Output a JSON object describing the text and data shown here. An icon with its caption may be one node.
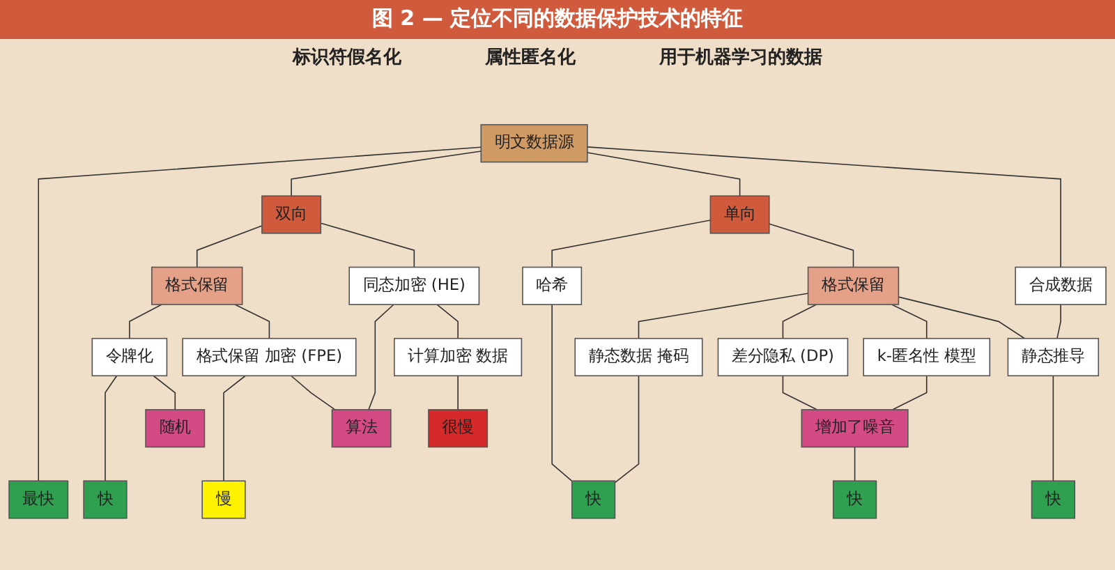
{
  "diagram": {
    "title": "图 2 — 定位不同的数据保护技术的特征",
    "nodes": [
      {
        "text": [
          "明文数据源"
        ]
      },
      {
        "text": [
          "合成数据"
        ]
      },
      {
        "text": [
          "双向"
        ]
      },
      {
        "text": [
          "单向"
        ]
      },
      {
        "text": [
          "格式保留"
        ]
      },
      {
        "text": [
          "格式保留"
        ]
      },
      {
        "text": [
          "哈希"
        ]
      },
      {
        "text": [
          "静态推导"
        ]
      },
      {
        "text": [
          "同态加密 (HE)"
        ]
      },
      {
        "text": [
          "格式保留 加密 (FPE)"
        ]
      },
      {
        "text": [
          "令牌化"
        ]
      },
      {
        "text": [
          "静态数据 掩码"
        ]
      },
      {
        "text": [
          "差分隐私 (DP)"
        ]
      },
      {
        "text": [
          "k-匿名性 模型"
        ]
      },
      {
        "text": [
          "计算加密 数据"
        ]
      },
      {
        "text": [
          "随机"
        ]
      },
      {
        "text": [
          "算法"
        ]
      },
      {
        "text": [
          "增加了噪音"
        ]
      },
      {
        "text": [
          "最快"
        ]
      },
      {
        "text": [
          "快"
        ]
      },
      {
        "text": [
          "慢"
        ]
      },
      {
        "text": [
          "很慢"
        ]
      },
      {
        "text": [
          "快"
        ]
      },
      {
        "text": [
          "快"
        ]
      },
      {
        "text": [
          "快"
        ]
      }
    ],
    "edges": [
      {
        "from": 0,
        "to": 18,
        "arrow": "none"
      },
      {
        "from": 0,
        "to": 2,
        "arrow": "none"
      },
      {
        "from": 0,
        "to": 3,
        "arrow": "none"
      },
      {
        "from": 0,
        "to": 1,
        "arrow": "none"
      },
      {
        "from": 2,
        "to": 4,
        "arrow": "none"
      },
      {
        "from": 2,
        "to": 8,
        "arrow": "none"
      },
      {
        "from": 3,
        "to": 6,
        "arrow": "none"
      },
      {
        "from": 3,
        "to": 5,
        "arrow": "none"
      },
      {
        "from": 5,
        "to": 11,
        "arrow": "none"
      },
      {
        "from": 5,
        "to": 12,
        "arrow": "none"
      },
      {
        "from": 5,
        "to": 13,
        "arrow": "none"
      },
      {
        "from": 5,
        "to": 7,
        "arrow": "none"
      },
      {
        "from": 1,
        "to": 7,
        "arrow": "none"
      },
      {
        "from": 7,
        "to": 24,
        "arrow": "none"
      },
      {
        "from": 4,
        "to": 10,
        "arrow": "none"
      },
      {
        "from": 4,
        "to": 9,
        "arrow": "none"
      },
      {
        "from": 10,
        "to": 19,
        "arrow": "none"
      },
      {
        "from": 10,
        "to": 15,
        "arrow": "none"
      },
      {
        "from": 9,
        "to": 20,
        "arrow": "none"
      },
      {
        "from": 9,
        "to": 16,
        "arrow": "none"
      },
      {
        "from": 8,
        "to": 16,
        "arrow": "none"
      },
      {
        "from": 8,
        "to": 14,
        "arrow": "none"
      },
      {
        "from": 14,
        "to": 21,
        "arrow": "none"
      },
      {
        "from": 6,
        "to": 22,
        "arrow": "none"
      },
      {
        "from": 11,
        "to": 22,
        "arrow": "none"
      },
      {
        "from": 12,
        "to": 17,
        "arrow": "none"
      },
      {
        "from": 13,
        "to": 17,
        "arrow": "none"
      },
      {
        "from": 17,
        "to": 23,
        "arrow": "none"
      }
    ],
    "labels": [
      "标识符假名化",
      "属性匿名化",
      "用于机器学习的数据"
    ]
  }
}
